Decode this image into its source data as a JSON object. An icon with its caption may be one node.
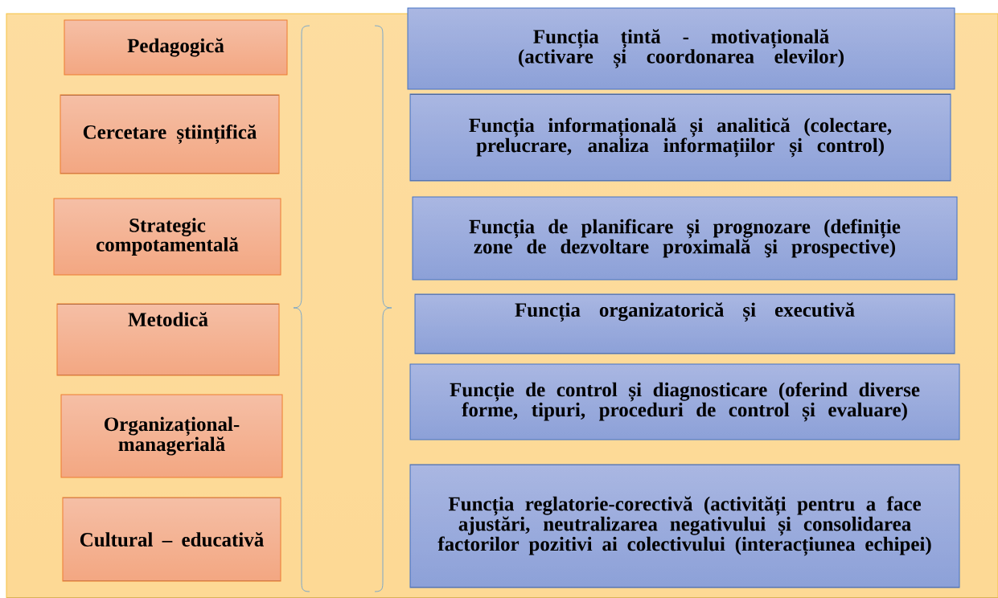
{
  "diagram": {
    "nodes": [
      {
        "text": [
          "Pedagogică"
        ]
      },
      {
        "text": [
          "Cercetare științifică"
        ]
      },
      {
        "text": [
          "Strategic compotamentală"
        ]
      },
      {
        "text": [
          "Metodică"
        ]
      },
      {
        "text": [
          "Organizațional- managerială"
        ]
      },
      {
        "text": [
          "Cultural – educativă"
        ]
      },
      {
        "text": [
          "Funcția țintă - motivațională (activare și coordonarea elevilor)"
        ]
      },
      {
        "text": [
          "Funcția informațională și analitică (colectare, prelucrare, analiza informațiilor și control)"
        ]
      },
      {
        "text": [
          "Funcția de planificare și prognozare (definiție zone de dezvoltare proximală şi prospective)"
        ]
      },
      {
        "text": [
          "Funcția organizatorică și executivă"
        ]
      },
      {
        "text": [
          "Funcție de control și diagnosticare (oferind diverse forme, tipuri, proceduri de control și evaluare)"
        ]
      },
      {
        "text": [
          "Funcția reglatorie-corectivă (activități pentru a face ajustări, neutralizarea negativului și consolidarea factorilor pozitivi ai colectivului (interacțiunea echipei)"
        ]
      }
    ]
  }
}
